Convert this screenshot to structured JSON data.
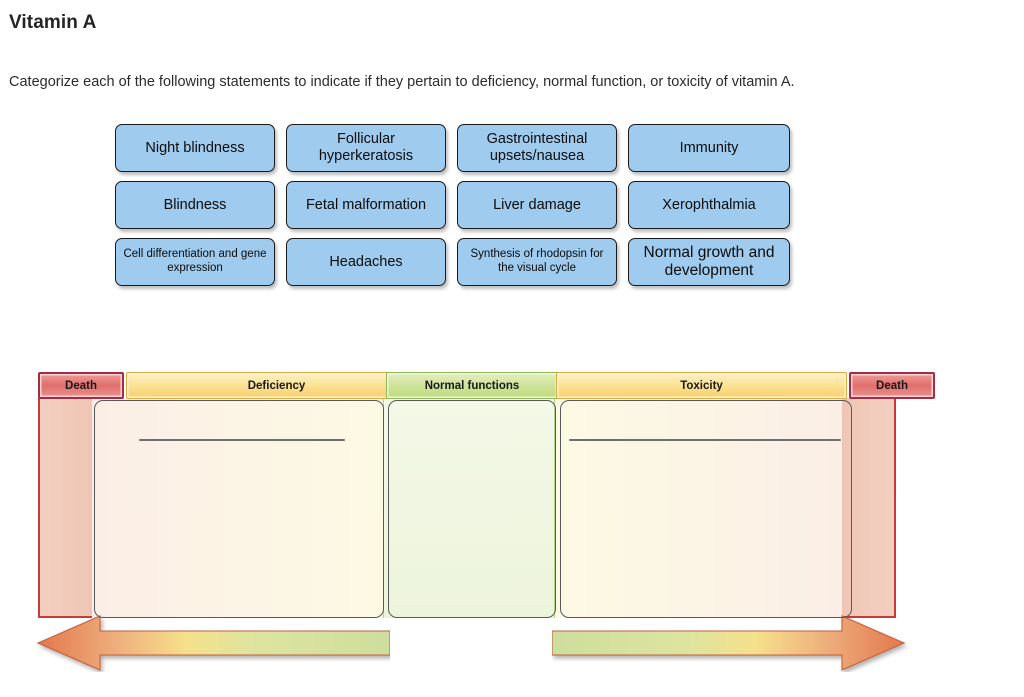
{
  "page": {
    "title": "Vitamin A",
    "instruction": "Categorize each of the following statements to indicate if they pertain to deficiency, normal function, or toxicity of vitamin A."
  },
  "tiles": [
    {
      "label": "Night blindness",
      "size": "normal"
    },
    {
      "label": "Follicular hyperkeratosis",
      "size": "normal"
    },
    {
      "label": "Gastrointestinal upsets/nausea",
      "size": "normal"
    },
    {
      "label": "Immunity",
      "size": "normal"
    },
    {
      "label": "Blindness",
      "size": "normal"
    },
    {
      "label": "Fetal malformation",
      "size": "normal"
    },
    {
      "label": "Liver damage",
      "size": "normal"
    },
    {
      "label": "Xerophthalmia",
      "size": "normal"
    },
    {
      "label": "Cell differentiation and gene expression",
      "size": "small"
    },
    {
      "label": "Headaches",
      "size": "normal"
    },
    {
      "label": "Synthesis of rhodopsin for the visual cycle",
      "size": "small"
    },
    {
      "label": "Normal growth and development",
      "size": "big"
    }
  ],
  "categories": {
    "death_left": "Death",
    "deficiency": "Deficiency",
    "normal_functions": "Normal functions",
    "toxicity": "Toxicity",
    "death_right": "Death"
  },
  "colors": {
    "tile_fill": "#9ecbee",
    "tile_border": "#1a1a1a",
    "death_header": "#e06f6d",
    "death_band": "#efc6b5",
    "deficiency_header": "#fbe08f",
    "toxicity_header": "#fbe08f",
    "normal_header": "#cde396",
    "normal_band": "#edf4dc",
    "arrow_warm": "#e2794f",
    "arrow_cool": "#cdde9e",
    "title_text": "#242424"
  }
}
